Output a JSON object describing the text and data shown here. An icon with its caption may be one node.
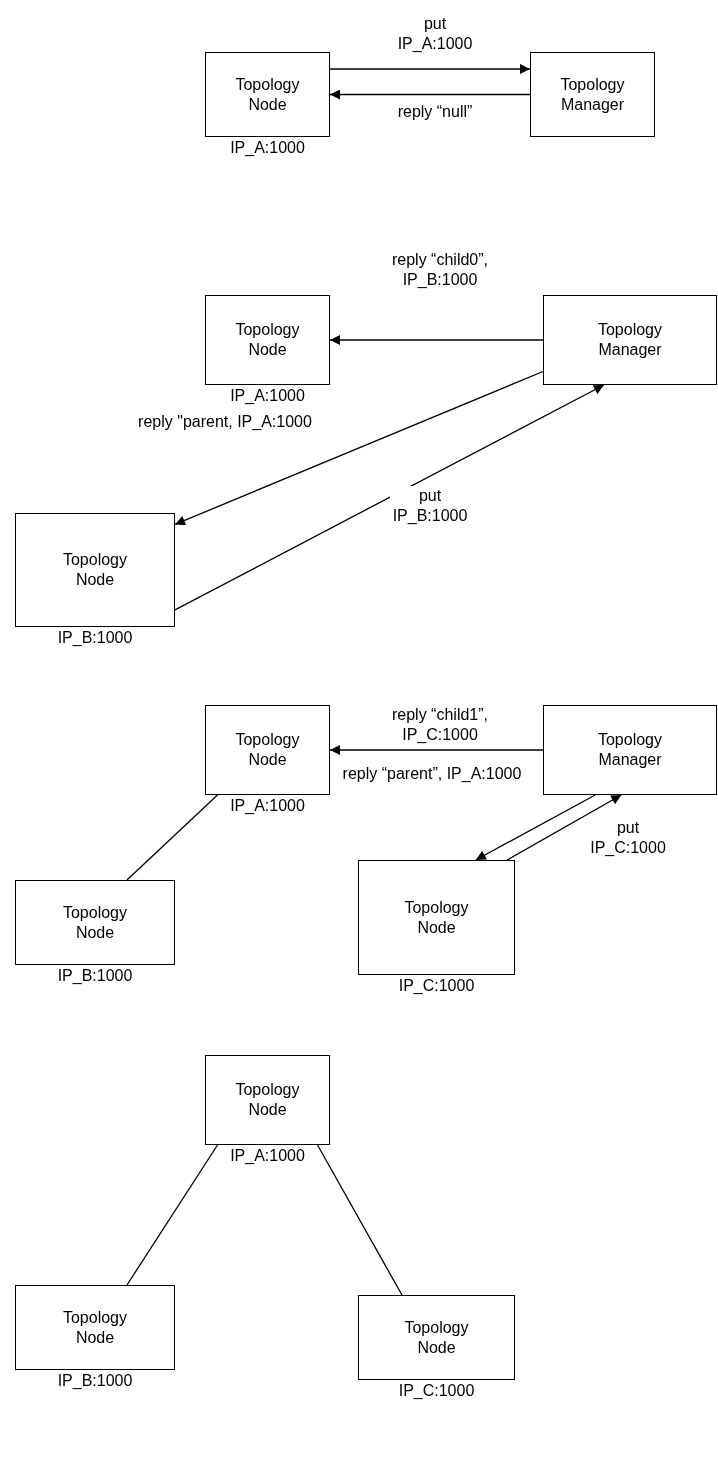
{
  "diagram": {
    "nodes": [
      {
        "text": [
          "Topology Node"
        ],
        "beside": [
          "IP_A:1000"
        ]
      },
      {
        "text": [
          "Topology Manager"
        ]
      },
      {
        "text": [
          "Topology Node"
        ],
        "beside": [
          "IP_A:1000"
        ]
      },
      {
        "text": [
          "Topology Manager"
        ]
      },
      {
        "text": [
          "Topology Node"
        ],
        "beside": [
          "IP_B:1000"
        ]
      },
      {
        "text": [
          "Topology Node"
        ],
        "beside": [
          "IP_A:1000"
        ]
      },
      {
        "text": [
          "Topology Manager"
        ]
      },
      {
        "text": [
          "Topology Node"
        ],
        "beside": [
          "IP_B:1000"
        ]
      },
      {
        "text": [
          "Topology Node"
        ],
        "beside": [
          "IP_C:1000"
        ]
      },
      {
        "text": [
          "Topology Node"
        ],
        "beside": [
          "IP_A:1000"
        ]
      },
      {
        "text": [
          "Topology Node"
        ],
        "beside": [
          "IP_B:1000"
        ]
      },
      {
        "text": [
          "Topology Node"
        ],
        "beside": [
          "IP_C:1000"
        ]
      }
    ],
    "edges": [
      {
        "from": 0,
        "to": 1,
        "arrow": "to",
        "label": "put IP_A:1000"
      },
      {
        "from": 1,
        "to": 0,
        "arrow": "to",
        "label": "reply “null”"
      },
      {
        "from": 3,
        "to": 2,
        "arrow": "to",
        "label": "reply “child0”, IP_B:1000"
      },
      {
        "from": 3,
        "to": 4,
        "arrow": "to",
        "label": "reply \"parent, IP_A:1000"
      },
      {
        "from": 4,
        "to": 3,
        "arrow": "to",
        "label": "put IP_B:1000"
      },
      {
        "from": 6,
        "to": 5,
        "arrow": "to",
        "label": "reply “child1”, IP_C:1000"
      },
      {
        "from": 5,
        "to": 7,
        "arrow": "none"
      },
      {
        "from": 6,
        "to": 8,
        "arrow": "to",
        "label": "reply “parent”, IP_A:1000"
      },
      {
        "from": 8,
        "to": 6,
        "arrow": "to",
        "label": "put IP_C:1000"
      },
      {
        "from": 9,
        "to": 10,
        "arrow": "none"
      },
      {
        "from": 9,
        "to": 11,
        "arrow": "none"
      }
    ]
  }
}
